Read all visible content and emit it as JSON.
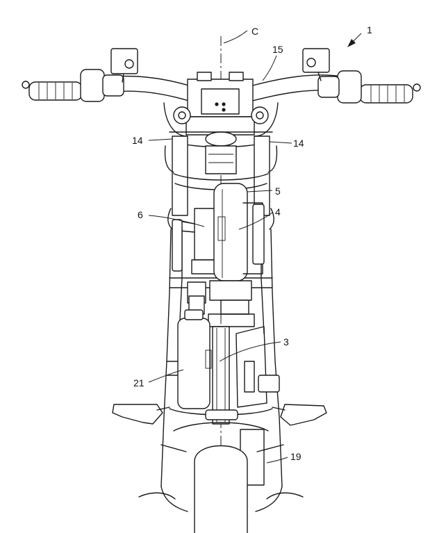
{
  "labels": {
    "fig_ref": "1",
    "centerline": "C",
    "handlebar": "15",
    "fork_left": "14",
    "fork_right": "14",
    "part5": "5",
    "part6": "6",
    "part4": "4",
    "part3": "3",
    "part21": "21",
    "part19": "19"
  }
}
